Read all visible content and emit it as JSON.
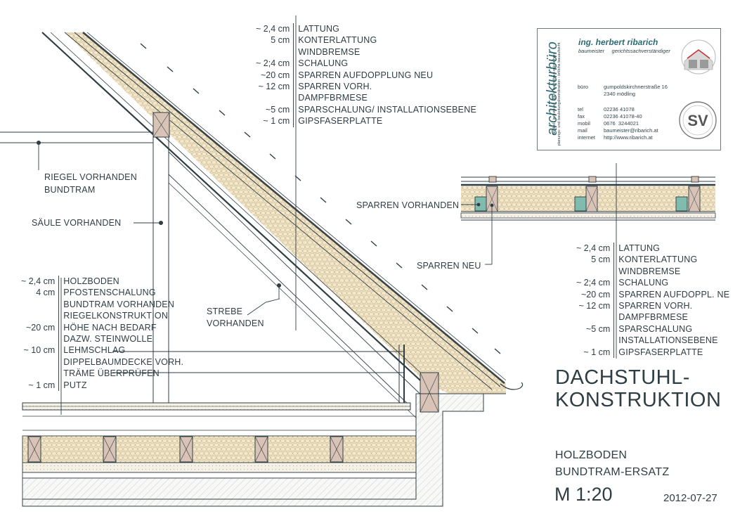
{
  "colors": {
    "line": "#2f3e44",
    "insulation": "#f3e6c8",
    "timber": "#d9c3b6",
    "green_box": "#7fbcae",
    "accent_teal": "#2f6b72"
  },
  "roof_layers": {
    "rows": [
      {
        "thickness": "~ 2,4 cm",
        "desc": "LATTUNG"
      },
      {
        "thickness": "5   cm",
        "desc": "KONTERLATTUNG"
      },
      {
        "thickness": "",
        "desc": "WINDBREMSE"
      },
      {
        "thickness": "~ 2;4 cm",
        "desc": "SCHALUNG"
      },
      {
        "thickness": "~20  cm",
        "desc": "SPARREN AUFDOPPLUNG NEU"
      },
      {
        "thickness": "~ 12 cm",
        "desc": "SPARREN VORH."
      },
      {
        "thickness": "",
        "desc": "DAMPFBRMESE"
      },
      {
        "thickness": "~5   cm",
        "desc": "SPARSCHALUNG/ INSTALLATIONSEBENE"
      },
      {
        "thickness": "~ 1   cm",
        "desc": "GIPSFASERPLATTE"
      }
    ]
  },
  "floor_layers": {
    "rows": [
      {
        "thickness": "~ 2,4 cm",
        "desc": "HOLZBODEN"
      },
      {
        "thickness": "4   cm",
        "desc": "PFOSTENSCHALUNG"
      },
      {
        "thickness": "",
        "desc": "BUNDTRAM VORHANDEN"
      },
      {
        "thickness": "",
        "desc": "RIEGELKONSTRUKTION"
      },
      {
        "thickness": "~20  cm",
        "desc": "HÖHE NACH BEDARF"
      },
      {
        "thickness": "",
        "desc": "DAZW. STEINWOLLE"
      },
      {
        "thickness": "~ 10 cm",
        "desc": "LEHMSCHLAG"
      },
      {
        "thickness": "",
        "desc": "DIPPELBAUMDECKE VORH."
      },
      {
        "thickness": "",
        "desc": "TRÄME ÜBERPRÜFEN"
      },
      {
        "thickness": "~ 1   cm",
        "desc": "PUTZ"
      }
    ]
  },
  "detail_layers": {
    "rows": [
      {
        "thickness": "~ 2,4 cm",
        "desc": "LATTUNG"
      },
      {
        "thickness": "5   cm",
        "desc": "KONTERLATTUNG"
      },
      {
        "thickness": "",
        "desc": "WINDBREMSE"
      },
      {
        "thickness": "~ 2;4 cm",
        "desc": "SCHALUNG"
      },
      {
        "thickness": "~20  cm",
        "desc": "SPARREN AUFDOPPL. NE"
      },
      {
        "thickness": "~ 12 cm",
        "desc": "SPARREN VORH."
      },
      {
        "thickness": "",
        "desc": "DAMPFBRMESE"
      },
      {
        "thickness": "~5   cm",
        "desc": "SPARSCHALUNG"
      },
      {
        "thickness": "",
        "desc": "INSTALLATIONSEBENE"
      },
      {
        "thickness": "~ 1   cm",
        "desc": "GIPSFASERPLATTE"
      }
    ]
  },
  "labels": {
    "riegel_1": "RIEGEL VORHANDEN",
    "riegel_2": "BUNDTRAM",
    "saeule": "SÄULE  VORHANDEN",
    "strebe_1": "STREBE",
    "strebe_2": "VORHANDEN",
    "sparren_vorhanden": "SPARREN VORHANDEN",
    "sparren_neu": "SPARREN NEU"
  },
  "title": {
    "line1": "DACHSTUHL-",
    "line2": "KONSTRUKTION",
    "sub1": "HOLZBODEN",
    "sub2": "BUNDTRAM-ERSATZ",
    "scale": "M 1:20",
    "date": "2012-07-27"
  },
  "company": {
    "vertical_brand": "architekturbüro",
    "vertical_tagline_1": "flexibel . individuell . ganz nach ihren wünschen",
    "vertical_tagline_2": "planungs- und bauleitungskoordination - örtliche bauaufsicht",
    "name": "ing. herbert ribarich",
    "role": "baumeister     gerichtssachverständiger",
    "office_label": "büro",
    "address_1": "gumpoldskirchnerstraße 16",
    "address_2": "2340 mödling",
    "tel_label": "tel",
    "tel": "02236 41078",
    "fax_label": "fax",
    "fax": "02236 41078-40",
    "mobil_label": "mobil",
    "mobil": "0676  3244021",
    "mail_label": "mail",
    "mail": "baumeister@ribarich.at",
    "internet_label": "internet",
    "internet": "http://www.ribarich.at",
    "logo_sv": "SV"
  }
}
